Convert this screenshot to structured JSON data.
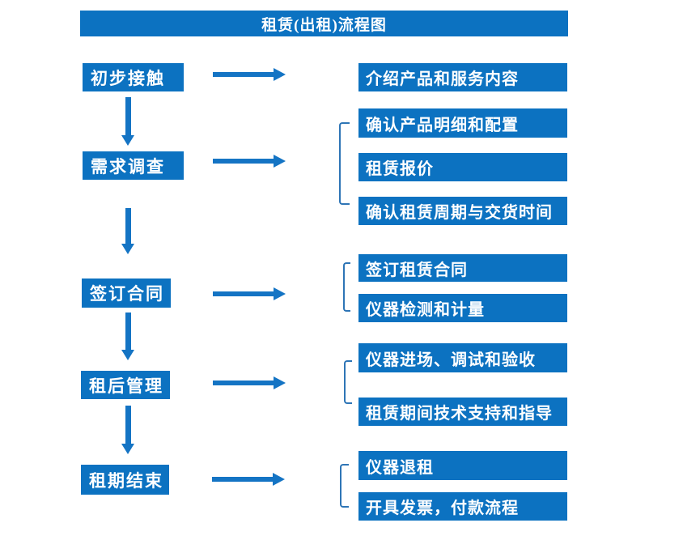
{
  "title": "租赁(出租)流程图",
  "colors": {
    "box_blue": "#0c72c1",
    "arrow_blue": "#1474c4",
    "bracket_blue": "#2e75b6",
    "text_white": "#ffffff",
    "background": "#ffffff"
  },
  "stages": [
    {
      "label": "初步接触",
      "outputs": [
        "介绍产品和服务内容"
      ]
    },
    {
      "label": "需求调查",
      "outputs": [
        "确认产品明细和配置",
        "租赁报价",
        "确认租赁周期与交货时间"
      ]
    },
    {
      "label": "签订合同",
      "outputs": [
        "签订租赁合同",
        "仪器检测和计量"
      ]
    },
    {
      "label": "租后管理",
      "outputs": [
        "仪器进场、调试和验收",
        "租赁期间技术支持和指导"
      ]
    },
    {
      "label": "租期结束",
      "outputs": [
        "仪器退租",
        "开具发票，付款流程"
      ]
    }
  ]
}
